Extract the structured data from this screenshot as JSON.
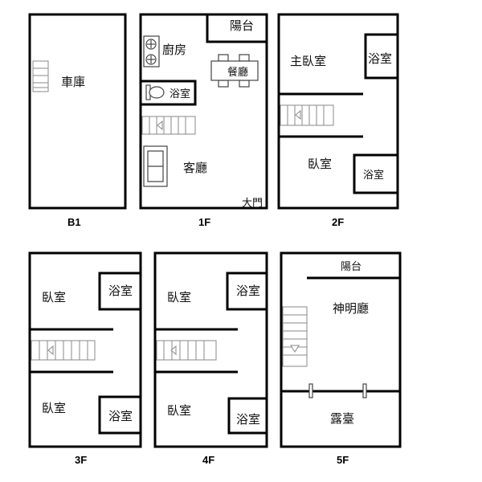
{
  "floors": {
    "b1": {
      "label": "B1",
      "rooms": {
        "garage": "車庫"
      }
    },
    "f1": {
      "label": "1F",
      "rooms": {
        "balcony": "陽台",
        "kitchen": "廚房",
        "dining": "餐廳",
        "bathroom": "浴室",
        "living": "客廳",
        "main_door": "大門"
      }
    },
    "f2": {
      "label": "2F",
      "rooms": {
        "master_bedroom": "主臥室",
        "bathroom_top": "浴室",
        "bedroom": "臥室",
        "bathroom_bottom": "浴室"
      }
    },
    "f3": {
      "label": "3F",
      "rooms": {
        "bedroom_top": "臥室",
        "bathroom_top": "浴室",
        "bedroom_bottom": "臥室",
        "bathroom_bottom": "浴室"
      }
    },
    "f4": {
      "label": "4F",
      "rooms": {
        "bedroom_top": "臥室",
        "bathroom_top": "浴室",
        "bedroom_bottom": "臥室",
        "bathroom_bottom": "浴室"
      }
    },
    "f5": {
      "label": "5F",
      "rooms": {
        "balcony": "陽台",
        "shrine_hall": "神明廳",
        "terrace": "露臺"
      }
    }
  }
}
